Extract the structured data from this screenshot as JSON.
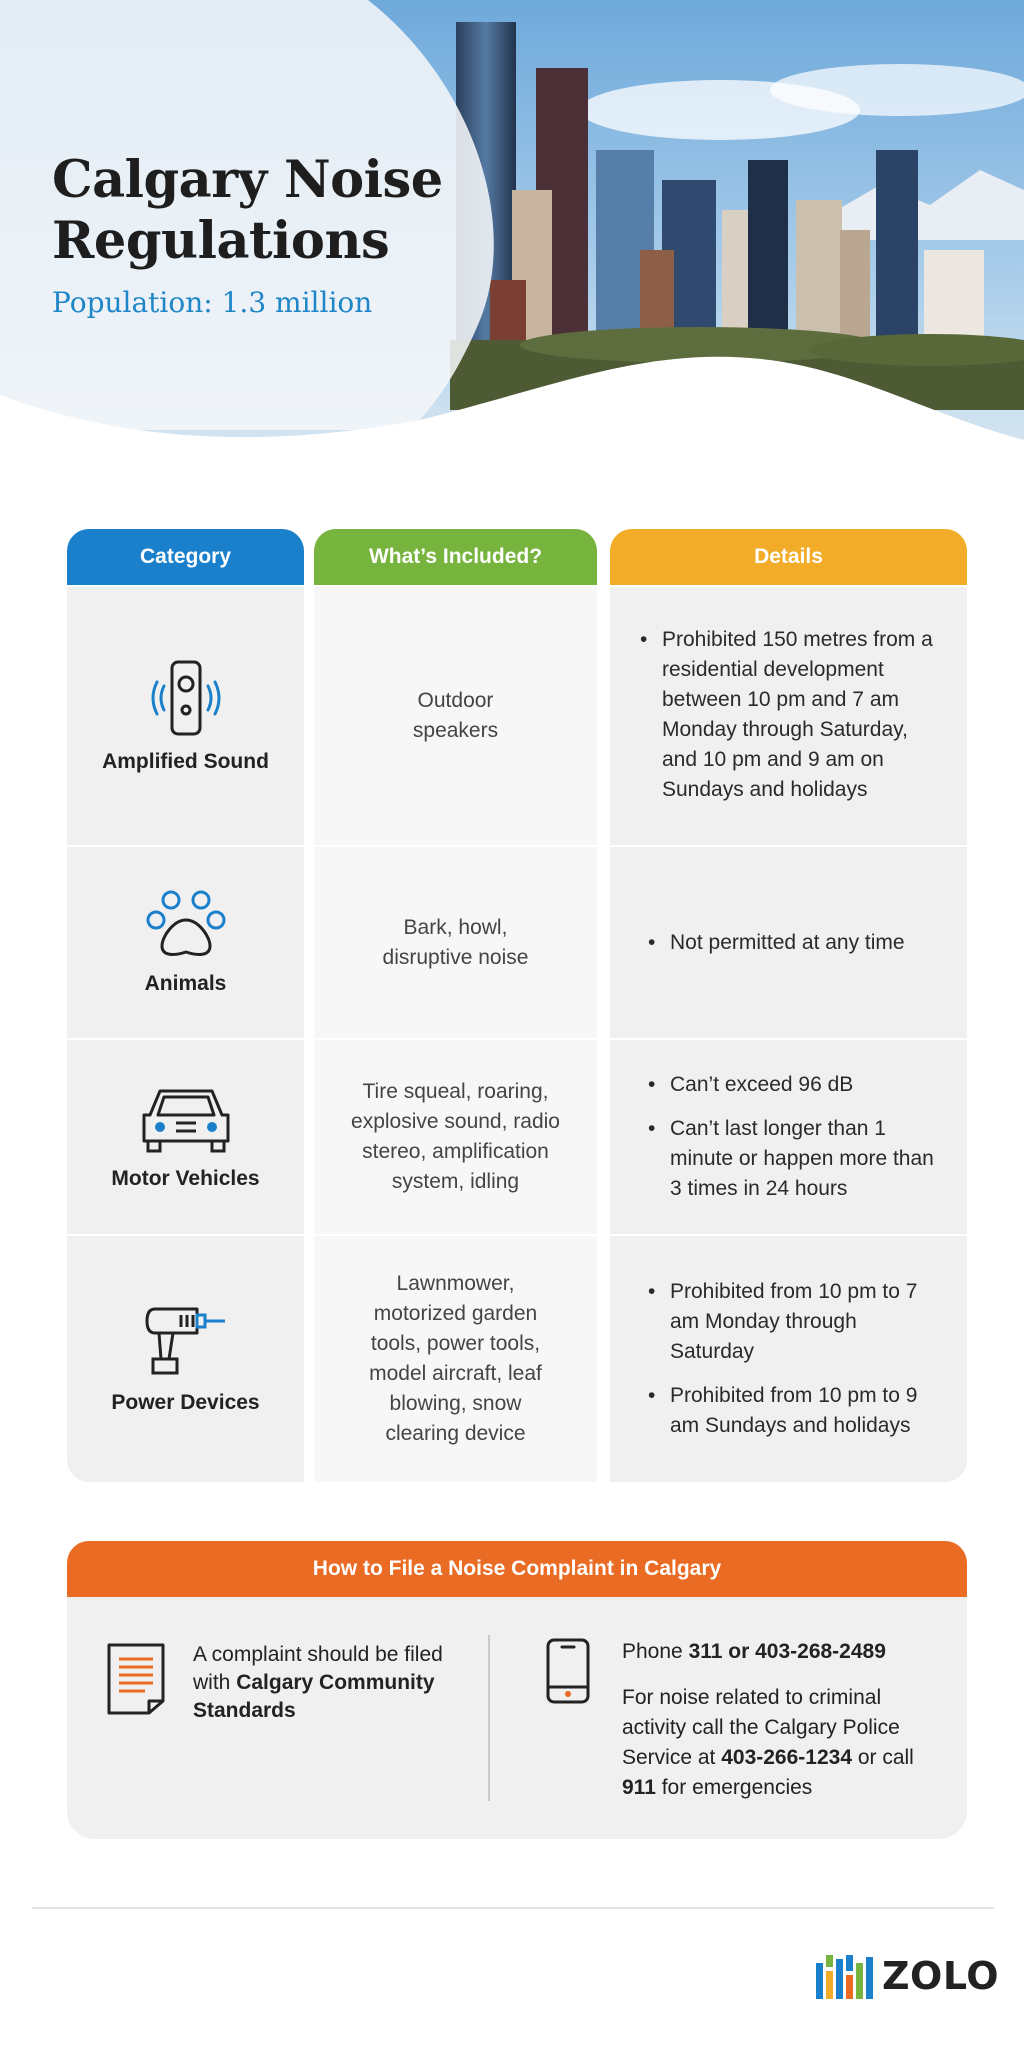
{
  "hero": {
    "title_line1": "Calgary Noise",
    "title_line2": "Regulations",
    "subtitle": "Population: 1.3 million"
  },
  "table": {
    "headers": {
      "category": "Category",
      "included": "What’s Included?",
      "details": "Details"
    },
    "rows": [
      {
        "icon": "speaker-icon",
        "category": "Amplified Sound",
        "included_lines": [
          "Outdoor",
          "speakers"
        ],
        "details": [
          "Prohibited 150 metres from a residential development between 10 pm and 7 am Monday through Saturday, and 10 pm and 9 am on Sundays and holidays"
        ]
      },
      {
        "icon": "paw-icon",
        "category": "Animals",
        "included_lines": [
          "Bark, howl,",
          "disruptive noise"
        ],
        "details": [
          "Not permitted at any time"
        ]
      },
      {
        "icon": "car-icon",
        "category": "Motor Vehicles",
        "included_lines": [
          "Tire squeal, roaring,",
          "explosive sound, radio",
          "stereo, amplification",
          "system, idling"
        ],
        "details": [
          "Can’t exceed 96 dB",
          "Can’t last longer than 1 minute or happen more than 3 times in 24 hours"
        ]
      },
      {
        "icon": "drill-icon",
        "category": "Power Devices",
        "included_lines": [
          "Lawnmower,",
          "motorized garden",
          "tools, power tools,",
          "model aircraft, leaf",
          "blowing, snow",
          "clearing device"
        ],
        "details": [
          "Prohibited from 10 pm to 7 am Monday through Saturday",
          "Prohibited from 10 pm to 9 am Sundays and holidays"
        ]
      }
    ]
  },
  "complaint": {
    "title": "How to File a Noise Complaint in Calgary",
    "left_text_1": "A complaint should be filed with ",
    "left_bold": "Calgary Community Standards",
    "phone_prefix": "Phone ",
    "phone_bold": "311 or 403-268-2489",
    "more_1": "For noise related to criminal activity call the Calgary Police Service at ",
    "more_bold_1": "403-266-1234",
    "more_2": " or call ",
    "more_bold_2": "911",
    "more_3": " for emergencies"
  },
  "footer": {
    "logo_text": "ZOLO"
  },
  "colors": {
    "category_header": "#1b80cc",
    "included_header": "#76b43d",
    "details_header": "#f2ac28",
    "complaint_header": "#ea6b23",
    "subtitle": "#1f86c8"
  }
}
